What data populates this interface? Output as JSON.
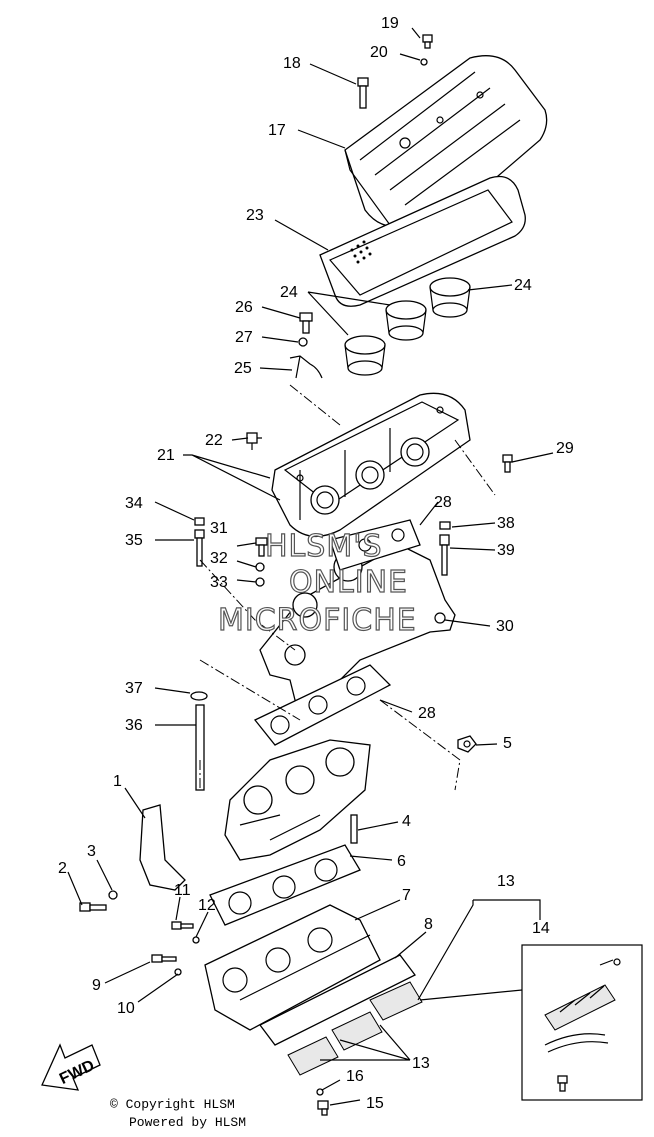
{
  "labels": {
    "l1": "1",
    "l2": "2",
    "l3": "3",
    "l4": "4",
    "l5": "5",
    "l6": "6",
    "l7": "7",
    "l8": "8",
    "l9": "9",
    "l10": "10",
    "l11": "11",
    "l12": "12",
    "l13a": "13",
    "l13b": "13",
    "l14": "14",
    "l15": "15",
    "l16": "16",
    "l17": "17",
    "l18": "18",
    "l19": "19",
    "l20": "20",
    "l21": "21",
    "l22": "22",
    "l23": "23",
    "l24a": "24",
    "l24b": "24",
    "l25": "25",
    "l26": "26",
    "l27": "27",
    "l28a": "28",
    "l28b": "28",
    "l29": "29",
    "l30": "30",
    "l31": "31",
    "l32": "32",
    "l33": "33",
    "l34": "34",
    "l35": "35",
    "l36": "36",
    "l37": "37",
    "l38": "38",
    "l39": "39"
  },
  "fwd_label": "FWD",
  "watermark": {
    "line1": "HLSM'S",
    "line2": "ONLINE",
    "line3": "MICROFICHE"
  },
  "footer": {
    "copyright": "© Copyright HLSM",
    "powered": "Powered by HLSM"
  }
}
